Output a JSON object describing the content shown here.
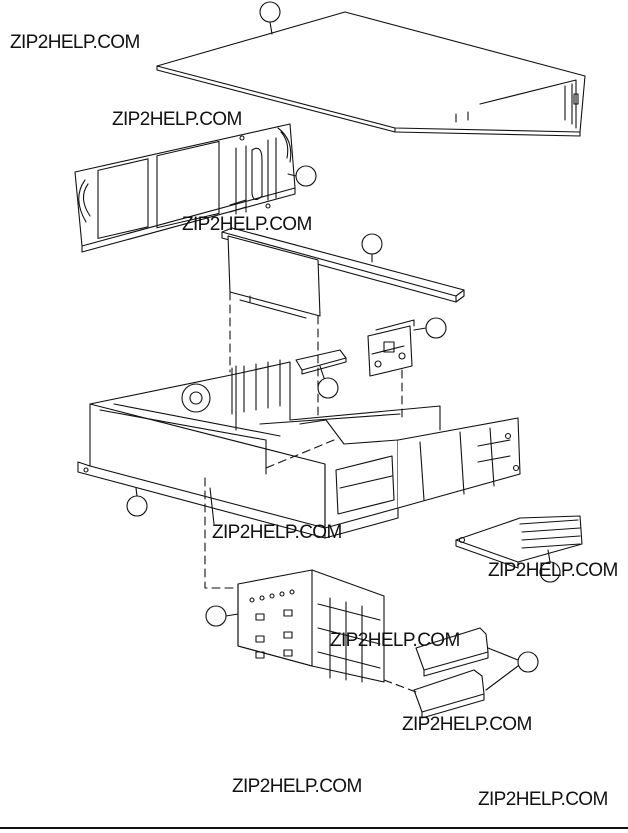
{
  "watermarks": [
    "ZIP2HELP.COM",
    "ZIP2HELP.COM",
    "ZIP2HELP.COM",
    "ZIP2HELP.COM",
    "ZIP2HELP.COM",
    "ZIP2HELP.COM",
    "ZIP2HELP.COM",
    "ZIP2HELP.COM",
    "ZIP2HELP.COM"
  ],
  "colors": {
    "ink": "#111111",
    "paper": "#ffffff"
  }
}
